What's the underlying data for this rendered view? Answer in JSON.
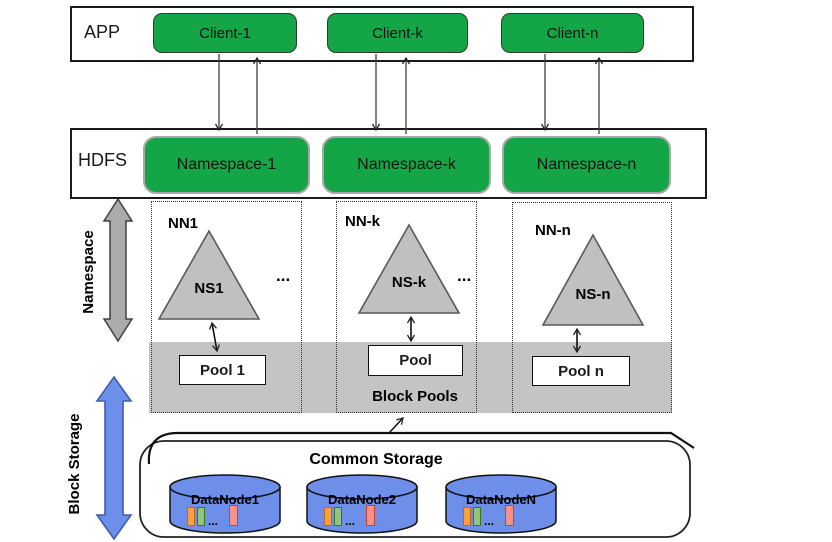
{
  "app": {
    "label": "APP",
    "clients": [
      {
        "label": "Client-1"
      },
      {
        "label": "Client-k"
      },
      {
        "label": "Client-n"
      }
    ]
  },
  "hdfs": {
    "label": "HDFS",
    "namespaces": [
      {
        "label": "Namespace-1"
      },
      {
        "label": "Namespace-k"
      },
      {
        "label": "Namespace-n"
      }
    ]
  },
  "namespace_layer": {
    "side_label": "Namespace",
    "nodes": [
      {
        "nn": "NN1",
        "ns": "NS1",
        "pool": "Pool 1"
      },
      {
        "nn": "NN-k",
        "ns": "NS-k",
        "pool": "Pool"
      },
      {
        "nn": "NN-n",
        "ns": "NS-n",
        "pool": "Pool n"
      }
    ],
    "ellipsis": "...",
    "block_pools_label": "Block Pools"
  },
  "block_storage_layer": {
    "side_label": "Block Storage",
    "common_storage_title": "Common Storage",
    "datanodes": [
      {
        "label": "DataNode1"
      },
      {
        "label": "DataNode2"
      },
      {
        "label": "DataNodeN"
      }
    ],
    "blocks_ellipsis": "..."
  },
  "colors": {
    "box_green": "#14a546",
    "band_gray": "#c4c4c4",
    "triangle_gray": "#c0c0c0",
    "namespace_arrow_gray": "#ababab",
    "block_storage_arrow_blue": "#6d8ee9",
    "cylinder_blue": "#6d8ee9",
    "block_orange": "#f9a13c",
    "block_green": "#93c47d",
    "block_pink": "#f4928e"
  }
}
